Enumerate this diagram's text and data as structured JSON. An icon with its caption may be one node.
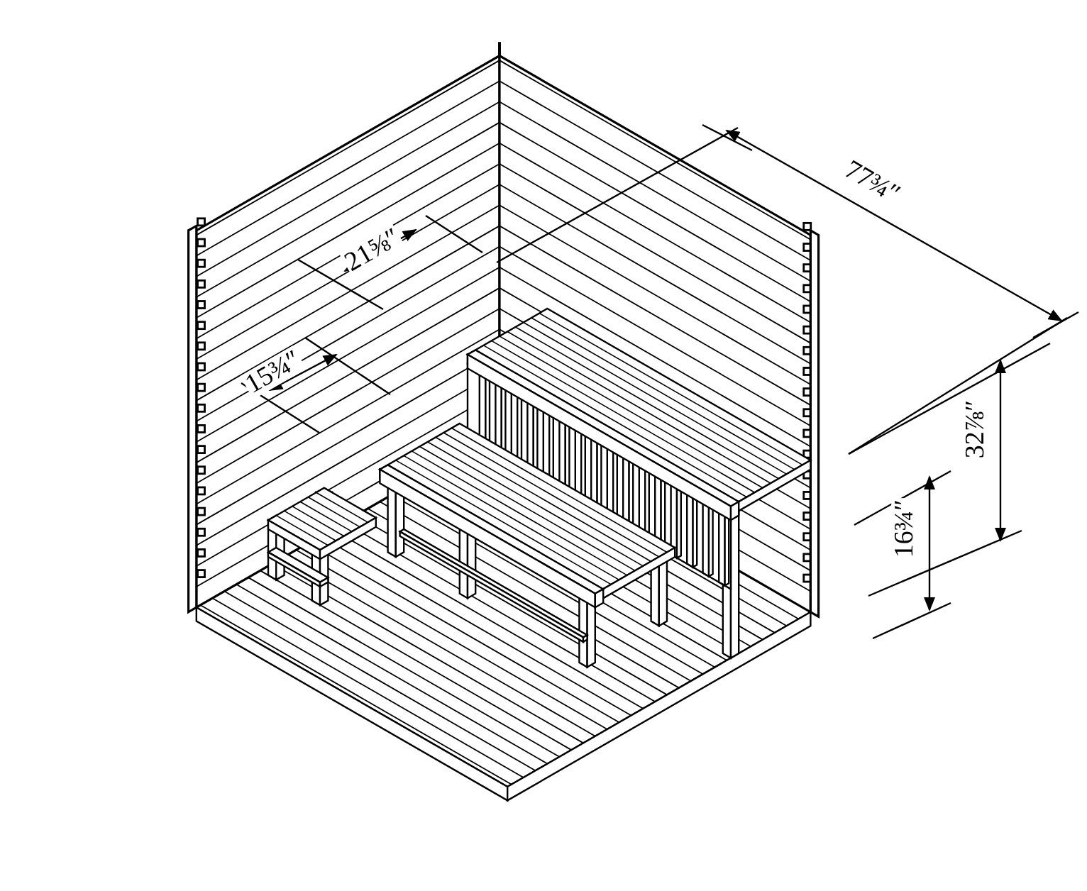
{
  "diagram": {
    "labels": [
      "77¾″",
      "21⅝″",
      "15¾″",
      "32⅞″",
      "16¾″"
    ]
  }
}
